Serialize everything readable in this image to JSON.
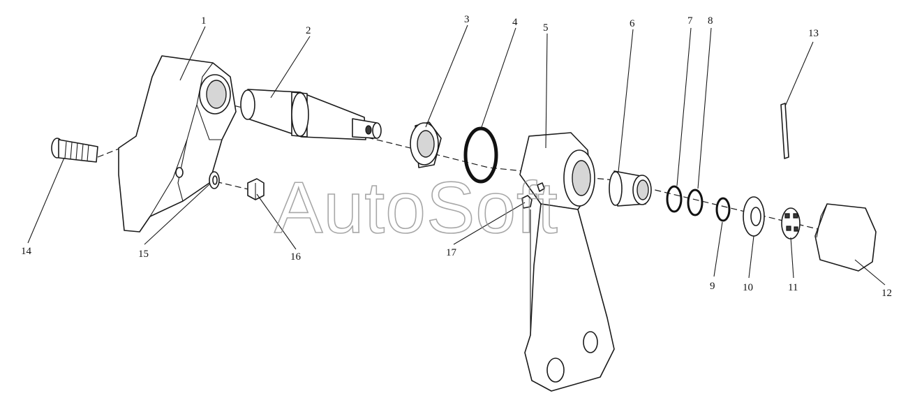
{
  "watermark": "AutoSoft",
  "callouts": [
    "1",
    "2",
    "3",
    "4",
    "5",
    "6",
    "7",
    "8",
    "9",
    "10",
    "11",
    "12",
    "13",
    "14",
    "15",
    "16",
    "17"
  ],
  "colors": {
    "line": "#1a1a1a",
    "shade": "#d6d6d6",
    "watermark": "#8a8a8a",
    "background": "#ffffff"
  }
}
